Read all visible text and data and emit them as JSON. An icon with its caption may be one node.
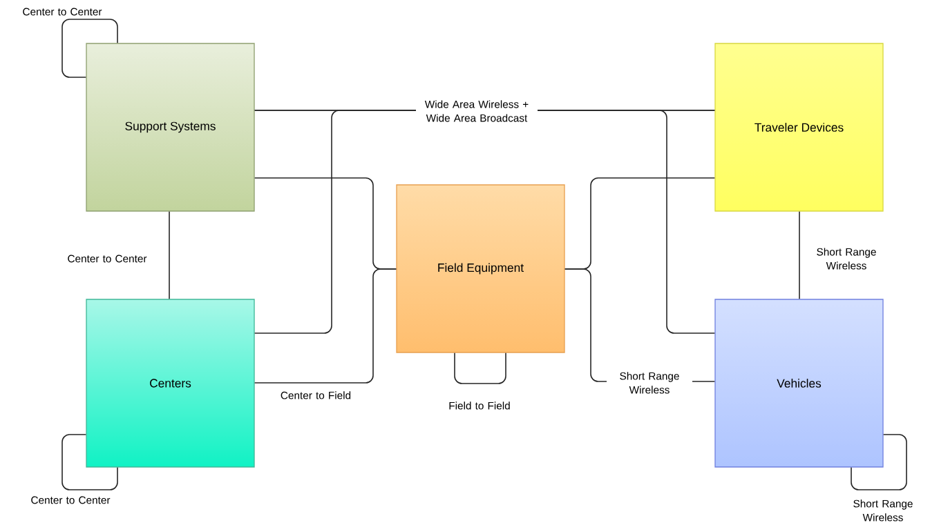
{
  "diagram": {
    "nodes": [
      {
        "text": [
          "Support Systems"
        ]
      },
      {
        "text": [
          "Traveler Devices"
        ]
      },
      {
        "text": [
          "Field Equipment"
        ]
      },
      {
        "text": [
          "Centers"
        ]
      },
      {
        "text": [
          "Vehicles"
        ]
      }
    ],
    "edges": [
      {
        "from": 0,
        "to": 0,
        "arrow": "none",
        "label": "Center to Center"
      },
      {
        "from": 0,
        "to": 1,
        "arrow": "none",
        "label": "Wide Area Wireless + Wide Area Broadcast"
      },
      {
        "from": 0,
        "to": 2,
        "arrow": "none"
      },
      {
        "from": 0,
        "to": 4,
        "arrow": "none"
      },
      {
        "from": 0,
        "to": 3,
        "arrow": "none",
        "label": "Center to Center"
      },
      {
        "from": 3,
        "to": 3,
        "arrow": "none",
        "label": "Center to Center"
      },
      {
        "from": 3,
        "to": 2,
        "arrow": "none",
        "label": "Center to Field"
      },
      {
        "from": 3,
        "to": 1,
        "arrow": "none"
      },
      {
        "from": 2,
        "to": 2,
        "arrow": "none",
        "label": "Field to Field"
      },
      {
        "from": 2,
        "to": 1,
        "arrow": "none"
      },
      {
        "from": 2,
        "to": 4,
        "arrow": "none",
        "label": "Short Range Wireless"
      },
      {
        "from": 1,
        "to": 4,
        "arrow": "none",
        "label": "Short Range Wireless"
      },
      {
        "from": 4,
        "to": 4,
        "arrow": "none",
        "label": "Short Range Wireless"
      }
    ]
  }
}
